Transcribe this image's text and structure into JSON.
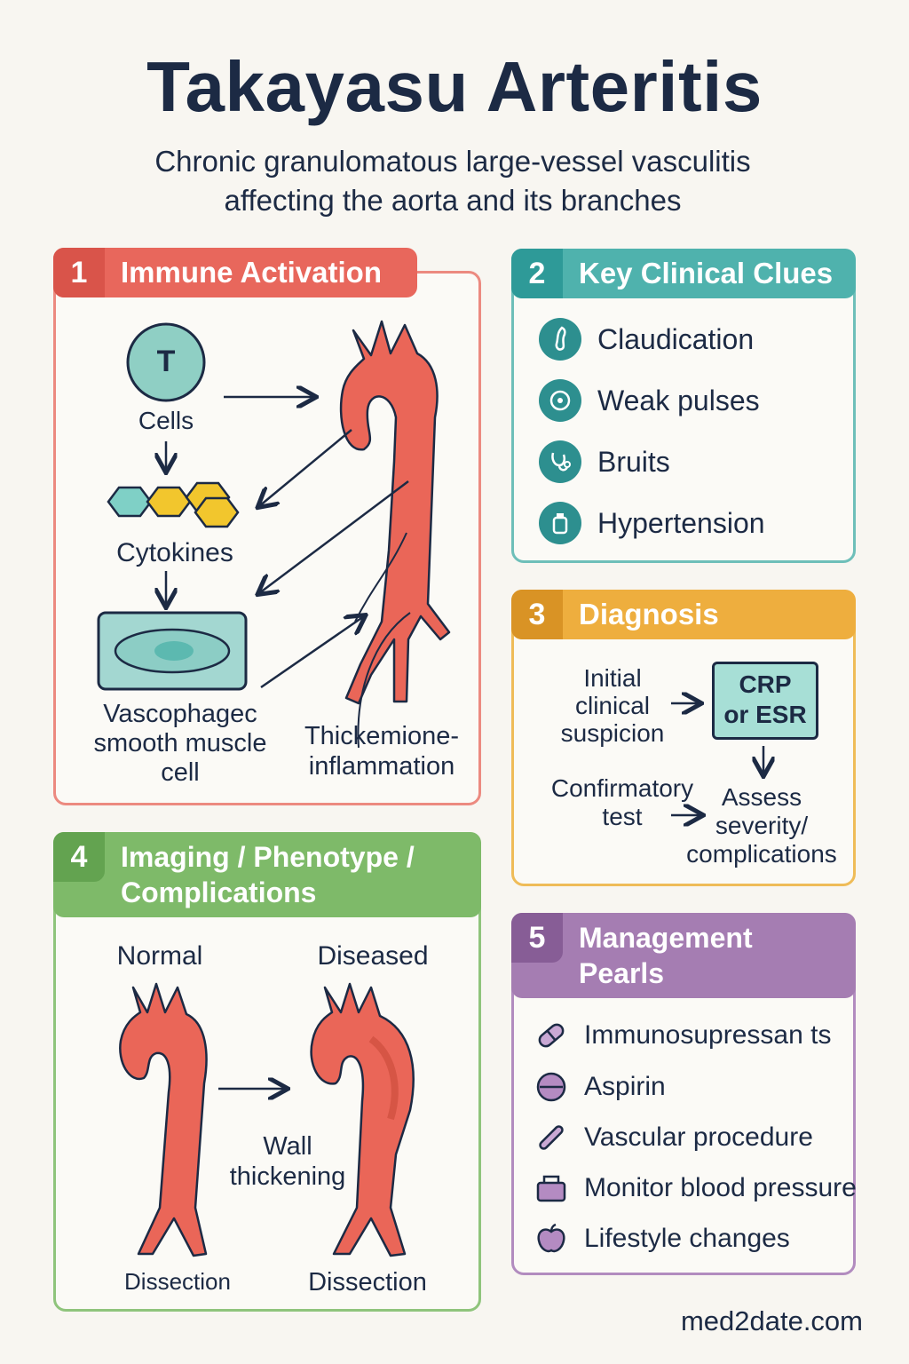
{
  "title": "Takayasu Arteritis",
  "subtitle_line1": "Chronic granulomatous large-vessel vasculitis",
  "subtitle_line2": "affecting the aorta and its branches",
  "colors": {
    "immune": "#e8675c",
    "clinical": "#2e9a98",
    "diagnosis": "#e6a12f",
    "imaging": "#74b25f",
    "management": "#9a6aa8",
    "aorta": "#ea6658"
  },
  "panel1": {
    "number": "1",
    "title": "Immune Activation",
    "t_cell": "T",
    "cells_label": "Cells",
    "cytokines_label": "Cytokines",
    "vsmc_label_1": "Vascophagec",
    "vsmc_label_2": "smooth muscle",
    "vsmc_label_3": "cell",
    "thick_label_1": "Thickemione-",
    "thick_label_2": "inflammation"
  },
  "panel2": {
    "number": "2",
    "title": "Key Clinical Clues",
    "items": [
      {
        "label": "Claudication",
        "icon": "leg-icon"
      },
      {
        "label": "Weak pulses",
        "icon": "pulse-icon"
      },
      {
        "label": "Bruits",
        "icon": "stethoscope-icon"
      },
      {
        "label": "Hypertension",
        "icon": "bp-icon"
      }
    ]
  },
  "panel3": {
    "number": "3",
    "title": "Diagnosis",
    "initial_1": "Initial",
    "initial_2": "clinical",
    "initial_3": "suspicion",
    "crp_1": "CRP",
    "crp_2": "or ESR",
    "confirm_1": "Confirmatory",
    "confirm_2": "test",
    "assess_1": "Assess",
    "assess_2": "severity/",
    "assess_3": "complications"
  },
  "panel4": {
    "number": "4",
    "title_1": "Imaging / Phenotype /",
    "title_2": "Complications",
    "normal": "Normal",
    "diseased": "Diseased",
    "wall_1": "Wall",
    "wall_2": "thickening",
    "dissection_left": "Dissection",
    "dissection_right": "Dissection"
  },
  "panel5": {
    "number": "5",
    "title_1": "Management",
    "title_2": "Pearls",
    "items": [
      {
        "label": "Immunosupressan ts",
        "icon": "pill-icon"
      },
      {
        "label": "Aspirin",
        "icon": "tablet-icon"
      },
      {
        "label": "Vascular procedure",
        "icon": "catheter-icon"
      },
      {
        "label": "Monitor blood pressure",
        "icon": "bp-monitor-icon"
      },
      {
        "label": "Lifestyle changes",
        "icon": "apple-icon"
      }
    ]
  },
  "footer": "med2date.com"
}
